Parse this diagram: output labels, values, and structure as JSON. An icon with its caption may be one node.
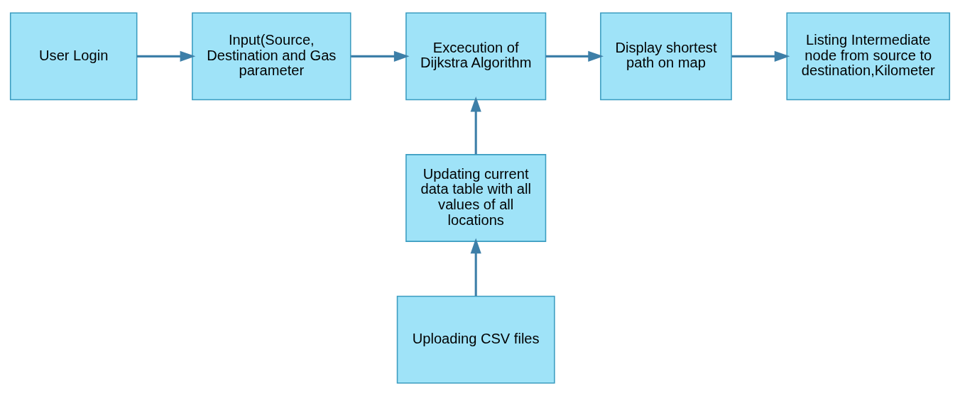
{
  "diagram": {
    "nodes": [
      {
        "text": [
          "User Login"
        ]
      },
      {
        "text": [
          "Input(Source, Destination and Gas parameter"
        ]
      },
      {
        "text": [
          "Excecution of Dijkstra Algorithm"
        ]
      },
      {
        "text": [
          "Display shortest path on map"
        ]
      },
      {
        "text": [
          "Listing Intermediate node from source to destination,Kilometer"
        ]
      },
      {
        "text": [
          "Updating current data table with all values of all locations"
        ]
      },
      {
        "text": [
          "Uploading CSV files"
        ]
      }
    ],
    "edges": [
      {
        "from": 0,
        "to": 1,
        "arrow": "to"
      },
      {
        "from": 1,
        "to": 2,
        "arrow": "to"
      },
      {
        "from": 2,
        "to": 3,
        "arrow": "to"
      },
      {
        "from": 3,
        "to": 4,
        "arrow": "to"
      },
      {
        "from": 5,
        "to": 2,
        "arrow": "to"
      },
      {
        "from": 6,
        "to": 5,
        "arrow": "to"
      }
    ]
  }
}
